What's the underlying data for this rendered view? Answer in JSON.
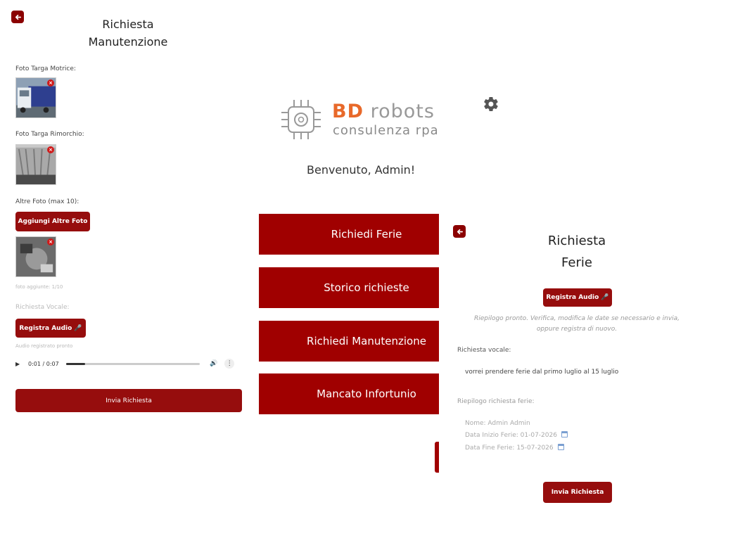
{
  "manutenzione": {
    "title_line1": "Richiesta",
    "title_line2": "Manutenzione",
    "foto_motrice_label": "Foto Targa Motrice:",
    "foto_rimorchio_label": "Foto Targa Rimorchio:",
    "altre_foto_label": "Altre Foto (max 10):",
    "aggiungi_button": "Aggiungi Altre Foto",
    "foto_aggiunte": "foto aggiunte: 1/10",
    "richiesta_vocale_label": "Richiesta Vocale:",
    "registra_button": "Registra Audio 🎤",
    "audio_note": "Audio registrato pronto",
    "audio_time": "0:01 / 0:07",
    "audio_progress": 0.14,
    "invia_button": "Invia Richiesta"
  },
  "home": {
    "logo_bd": "BD",
    "logo_robots": " robots",
    "logo_sub": "consulenza rpa",
    "welcome": "Benvenuto, Admin!",
    "menu": [
      {
        "label": "Richiedi Ferie"
      },
      {
        "label": "Storico richieste"
      },
      {
        "label": "Richiedi Manutenzione"
      },
      {
        "label": "Mancato Infortunio"
      }
    ]
  },
  "ferie": {
    "title_line1": "Richiesta",
    "title_line2": "Ferie",
    "registra_button": "Registra Audio 🎤",
    "hint_line1": "Riepilogo pronto. Verifica, modifica le date se necessario e invia,",
    "hint_line2": "oppure registra di nuovo.",
    "richiesta_vocale_label": "Richiesta vocale:",
    "vocale_text": "vorrei prendere ferie dal primo luglio al 15 luglio",
    "riepilogo_label": "Riepilogo richiesta ferie:",
    "nome": "Nome: Admin Admin",
    "data_inizio": "Data Inizio Ferie: 01-07-2026",
    "data_fine": "Data Fine Ferie: 15-07-2026",
    "invia_button": "Invia Richiesta"
  },
  "colors": {
    "brand_red": "#a00000",
    "logo_orange": "#e8692a"
  }
}
